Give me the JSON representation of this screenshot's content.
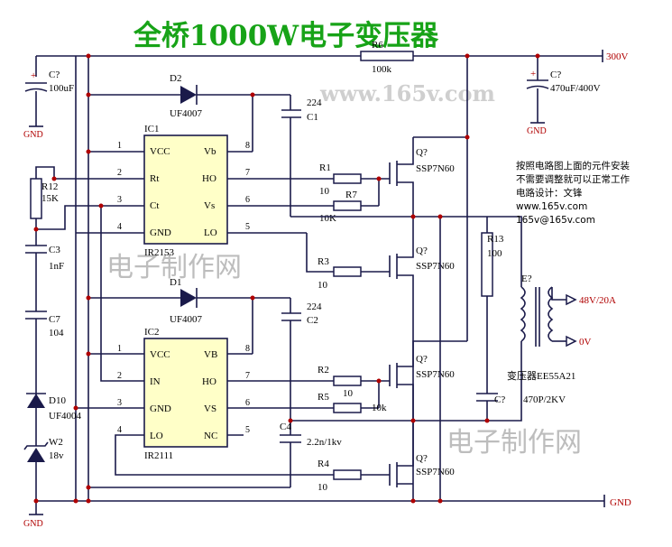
{
  "title": "全桥1000W电子变压器",
  "watermark_url": "www.165v.com",
  "watermark_text": "电子制作网",
  "notes": [
    "按照电路图上面的元件安装",
    "不需要调整就可以正常工作",
    "电路设计：文锋",
    "www.165v.com",
    "165v@165v.com"
  ],
  "power": {
    "vplus": "300V",
    "gnd": "GND"
  },
  "ic1": {
    "ref": "IC1",
    "part": "IR2153",
    "pins_left": [
      {
        "n": "1",
        "name": "VCC"
      },
      {
        "n": "2",
        "name": "Rt"
      },
      {
        "n": "3",
        "name": "Ct"
      },
      {
        "n": "4",
        "name": "GND"
      }
    ],
    "pins_right": [
      {
        "n": "8",
        "name": "Vb"
      },
      {
        "n": "7",
        "name": "HO"
      },
      {
        "n": "6",
        "name": "Vs"
      },
      {
        "n": "5",
        "name": "LO"
      }
    ]
  },
  "ic2": {
    "ref": "IC2",
    "part": "IR2111",
    "pins_left": [
      {
        "n": "1",
        "name": "VCC"
      },
      {
        "n": "2",
        "name": "IN"
      },
      {
        "n": "3",
        "name": "GND"
      },
      {
        "n": "4",
        "name": "LO"
      }
    ],
    "pins_right": [
      {
        "n": "8",
        "name": "VB"
      },
      {
        "n": "7",
        "name": "HO"
      },
      {
        "n": "6",
        "name": "VS"
      },
      {
        "n": "5",
        "name": "NC"
      }
    ]
  },
  "components": {
    "c_top_left": {
      "ref": "C?",
      "val": "100uF"
    },
    "c_top_right": {
      "ref": "C?",
      "val": "470uF/400V"
    },
    "r6": {
      "ref": "R6",
      "val": "100k"
    },
    "d2": {
      "ref": "D2",
      "val": "UF4007"
    },
    "d1": {
      "ref": "D1",
      "val": "UF4007"
    },
    "c1": {
      "ref": "C1",
      "val": "224"
    },
    "c2": {
      "ref": "C2",
      "val": "224"
    },
    "r12": {
      "ref": "R12",
      "val": "15K"
    },
    "c3": {
      "ref": "C3",
      "val": "1nF"
    },
    "c7": {
      "ref": "C7",
      "val": "104"
    },
    "d10": {
      "ref": "D10",
      "val": "UF4004"
    },
    "w2": {
      "ref": "W2",
      "val": "18v"
    },
    "r1": {
      "ref": "R1",
      "val": "10"
    },
    "r7": {
      "ref": "R7",
      "val": "10K"
    },
    "r3": {
      "ref": "R3",
      "val": "10"
    },
    "r2": {
      "ref": "R2",
      "val": "10"
    },
    "r5": {
      "ref": "R5",
      "val": "10k"
    },
    "r4": {
      "ref": "R4",
      "val": "10"
    },
    "c4": {
      "ref": "C4",
      "val": "2.2n/1kv"
    },
    "r13": {
      "ref": "R13",
      "val": "100"
    },
    "c_snub": {
      "ref": "C?",
      "val": "470P/2KV"
    },
    "q": {
      "ref": "Q?",
      "val": "SSP7N60"
    },
    "xfmr": {
      "ref": "E?",
      "val": "变压器EE55A21"
    },
    "out_hi": "48V/20A",
    "out_lo": "0V"
  }
}
